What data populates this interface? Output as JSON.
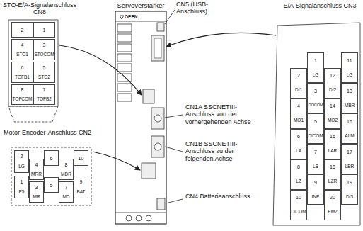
{
  "diagram": {
    "labels": [
      "STO-E/A-Signalanschluss CN8",
      "Servoverstärker",
      "CN5 (USB-Anschluss)",
      "E/A-Signalanschluss CN3",
      "OPEN",
      "2",
      "1",
      "4",
      "STO1",
      "3",
      "STOCOM",
      "6",
      "TOFB1",
      "5",
      "STO2",
      "8",
      "TOFCOM",
      "7",
      "TOFB2",
      "Motor-Encoder-Anschluss CN2",
      "2",
      "LG",
      "6",
      "10",
      "4",
      "MRR",
      "8",
      "MDR",
      "1",
      "P5",
      "5",
      "9",
      "BAT",
      "3",
      "MR",
      "7",
      "MD",
      "CN1A SSCNETIII-Anschluss von der vorhergehenden Achse",
      "CN1B SSCNETIII-Anschluss zu der folgenden Achse",
      "CN4 Batterieanschluss",
      "1",
      "LG",
      "2",
      "DI1",
      "3",
      "DOCOM",
      "4",
      "MO1",
      "5",
      "DICOM",
      "6",
      "LA",
      "7",
      "LB",
      "8",
      "LZ",
      "9",
      "INP",
      "10",
      "DICOM",
      "11",
      "LG",
      "12",
      "DI2",
      "13",
      "MBR",
      "14",
      "MO2",
      "15",
      "ALM",
      "16",
      "LAR",
      "17",
      "LBR",
      "18",
      "LZR",
      "19",
      "DI3",
      "20",
      "EM2"
    ]
  }
}
